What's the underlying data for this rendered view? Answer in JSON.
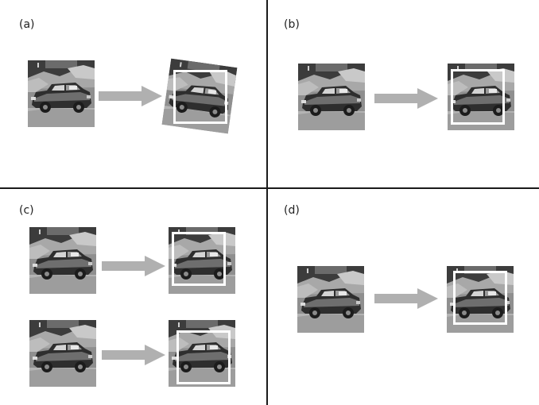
{
  "panels": {
    "a": {
      "label": "(a)"
    },
    "b": {
      "label": "(b)"
    },
    "c": {
      "label": "(c)"
    },
    "d": {
      "label": "(d)"
    }
  },
  "colors": {
    "divider": "#1a1a1a",
    "arrow": "#b0b0b0",
    "crop_box": "#ffffff"
  },
  "icons": {
    "arrow": "right-arrow-icon",
    "image": "car-photo"
  }
}
